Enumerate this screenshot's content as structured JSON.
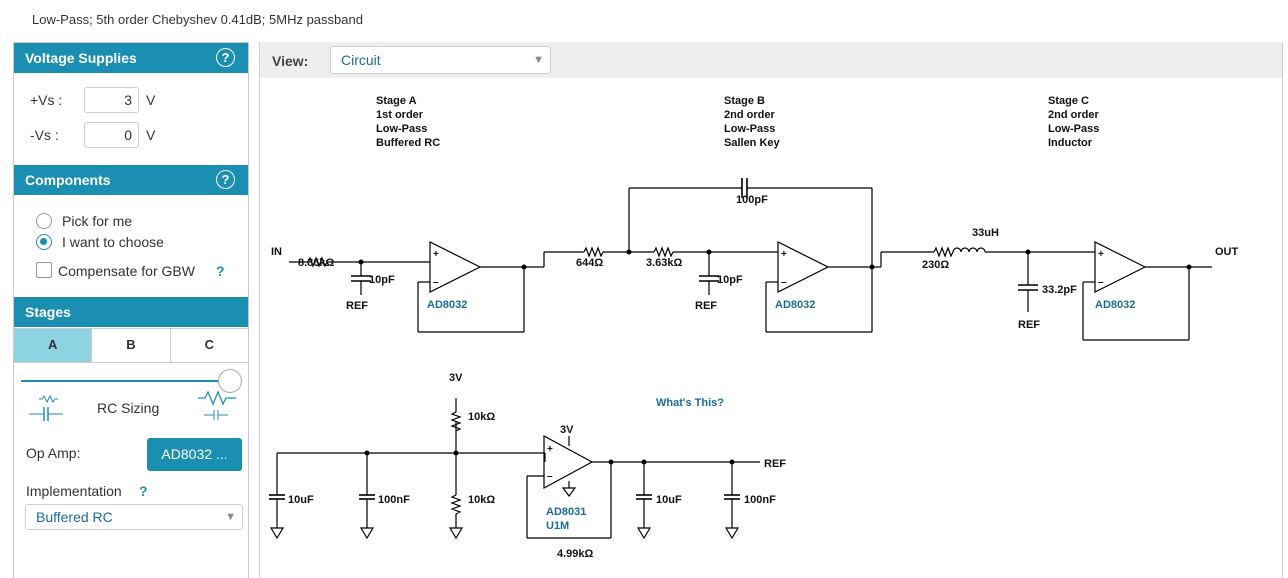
{
  "page_title": "Low-Pass; 5th order Chebyshev 0.41dB; 5MHz passband",
  "sidebar": {
    "voltage": {
      "header": "Voltage Supplies",
      "help": "?",
      "vs_pos_label": "+Vs :",
      "vs_pos_value": "3",
      "vs_neg_label": "-Vs :",
      "vs_neg_value": "0",
      "unit": "V"
    },
    "components": {
      "header": "Components",
      "help": "?",
      "option_pick": "Pick for me",
      "option_choose": "I want to choose",
      "selected": "I want to choose",
      "compensate_label": "Compensate for GBW",
      "compensate_help": "?",
      "compensate_checked": false
    },
    "stages": {
      "header": "Stages",
      "tabs": [
        "A",
        "B",
        "C"
      ],
      "active_tab": "A",
      "rc_sizing_label": "RC Sizing",
      "slider_value": 1.0,
      "op_amp_label": "Op Amp:",
      "op_amp_value": "AD8032 ...",
      "implementation_label": "Implementation",
      "implementation_help": "?",
      "implementation_value": "Buffered RC"
    }
  },
  "main": {
    "view_label": "View:",
    "view_value": "Circuit",
    "whats_this": "What's This?",
    "stage_a": [
      "Stage A",
      "1st order",
      "Low-Pass",
      "Buffered RC"
    ],
    "stage_b": [
      "Stage B",
      "2nd order",
      "Low-Pass",
      "Sallen Key"
    ],
    "stage_c": [
      "Stage C",
      "2nd order",
      "Low-Pass",
      "Inductor"
    ],
    "labels": {
      "in": "IN",
      "out": "OUT",
      "r1": "8.86kΩ",
      "c1": "10pF",
      "ref_a": "REF",
      "amp_a": "AD8032",
      "r2": "644Ω",
      "r3": "3.63kΩ",
      "c_fb": "100pF",
      "c2": "10pF",
      "ref_b": "REF",
      "amp_b": "AD8032",
      "r4": "230Ω",
      "l1": "33uH",
      "c3": "33.2pF",
      "ref_c": "REF",
      "amp_c": "AD8032",
      "v3_top": "3V",
      "r_top": "10kΩ",
      "v3_amp": "3V",
      "c_10uf_l": "10uF",
      "c_100nf_l": "100nF",
      "r_bot": "10kΩ",
      "amp_ref_1": "AD8031",
      "amp_ref_2": "U1M",
      "r_fb": "4.99kΩ",
      "ref_out": "REF",
      "c_10uf_r": "10uF",
      "c_100nf_r": "100nF",
      "plus": "+",
      "minus": "–"
    }
  }
}
